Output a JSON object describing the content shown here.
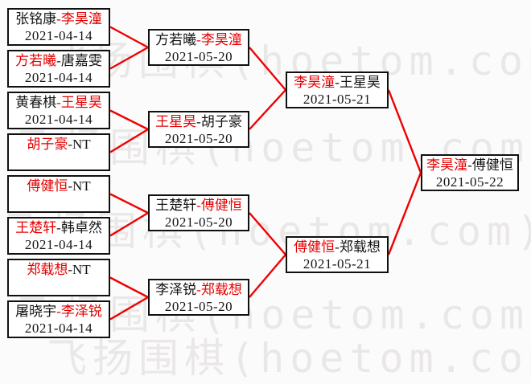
{
  "watermark": {
    "text": "飞扬围棋(hoetom.com)",
    "color": "#eae7e7"
  },
  "separator": "-",
  "colors": {
    "winner_name": "#e40000",
    "loser_name": "#151515",
    "connector_line": "#ee0202",
    "box_border": "#101010",
    "box_background": "#ffffff"
  },
  "bracket": {
    "round1": [
      {
        "p1": "张铭康",
        "p2": "李昊潼",
        "p1_color": "black",
        "p2_color": "red",
        "date": "2021-04-14"
      },
      {
        "p1": "方若曦",
        "p2": "唐嘉雯",
        "p1_color": "red",
        "p2_color": "black",
        "date": "2021-04-14"
      },
      {
        "p1": "黄春棋",
        "p2": "王星昊",
        "p1_color": "black",
        "p2_color": "red",
        "date": "2021-04-14"
      },
      {
        "p1": "胡子豪",
        "p2": "NT",
        "p1_color": "red",
        "p2_color": "black",
        "date": ""
      },
      {
        "p1": "傅健恒",
        "p2": "NT",
        "p1_color": "red",
        "p2_color": "black",
        "date": ""
      },
      {
        "p1": "王楚轩",
        "p2": "韩卓然",
        "p1_color": "red",
        "p2_color": "black",
        "date": "2021-04-14"
      },
      {
        "p1": "郑载想",
        "p2": "NT",
        "p1_color": "red",
        "p2_color": "black",
        "date": ""
      },
      {
        "p1": "屠晓宇",
        "p2": "李泽锐",
        "p1_color": "black",
        "p2_color": "red",
        "date": "2021-04-14"
      }
    ],
    "round2": [
      {
        "p1": "方若曦",
        "p2": "李昊潼",
        "p1_color": "black",
        "p2_color": "red",
        "date": "2021-05-20"
      },
      {
        "p1": "王星昊",
        "p2": "胡子豪",
        "p1_color": "red",
        "p2_color": "black",
        "date": "2021-05-20"
      },
      {
        "p1": "王楚轩",
        "p2": "傅健恒",
        "p1_color": "black",
        "p2_color": "red",
        "date": "2021-05-20"
      },
      {
        "p1": "李泽锐",
        "p2": "郑载想",
        "p1_color": "black",
        "p2_color": "red",
        "date": "2021-05-20"
      }
    ],
    "semifinals": [
      {
        "p1": "李昊潼",
        "p2": "王星昊",
        "p1_color": "red",
        "p2_color": "black",
        "date": "2021-05-21"
      },
      {
        "p1": "傅健恒",
        "p2": "郑载想",
        "p1_color": "red",
        "p2_color": "black",
        "date": "2021-05-21"
      }
    ],
    "final": [
      {
        "p1": "李昊潼",
        "p2": "傅健恒",
        "p1_color": "red",
        "p2_color": "black",
        "date": "2021-05-22"
      }
    ]
  }
}
